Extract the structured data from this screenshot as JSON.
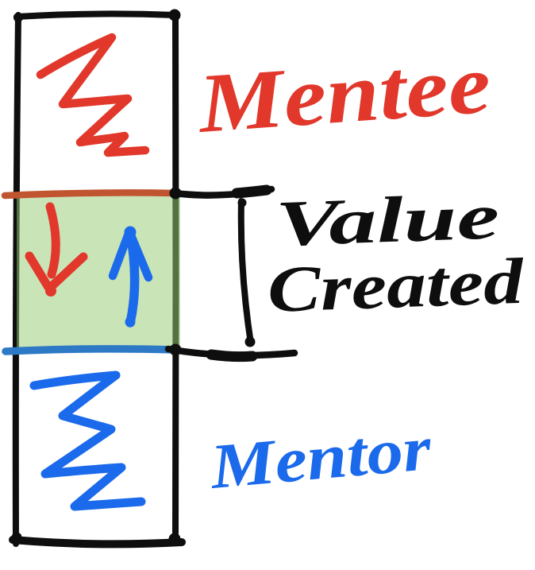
{
  "labels": {
    "mentee": "Mentee",
    "mentor": "Mentor",
    "value_line1": "Value",
    "value_line2": "Created"
  },
  "colors": {
    "mentee_red": "#E1382B",
    "mentor_blue": "#1B6AEB",
    "ink_black": "#0E0E0E",
    "divider_red": "#C05530",
    "divider_blue": "#2E79C6",
    "overlap_green": "rgba(151,204,116,0.52)"
  }
}
